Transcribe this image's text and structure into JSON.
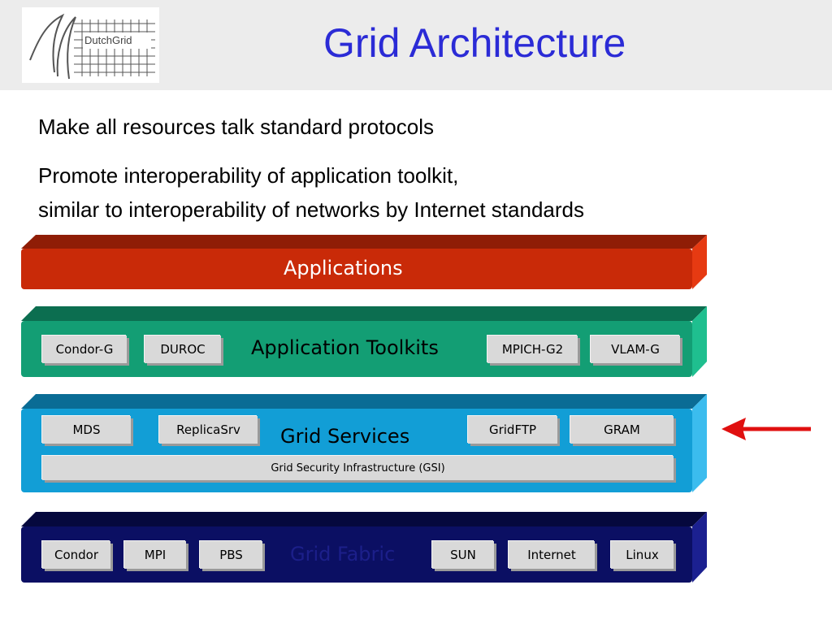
{
  "header": {
    "logo_text": "DutchGrid",
    "title": "Grid Architecture"
  },
  "bullets": [
    "Make all resources talk standard protocols",
    "Promote interoperability of application toolkit,",
    "similar to interoperability of networks by Internet standards"
  ],
  "layers": {
    "applications": {
      "label": "Applications",
      "color": "#c92a08"
    },
    "toolkits": {
      "label": "Application Toolkits",
      "color": "#139e74",
      "components": [
        "Condor-G",
        "DUROC",
        "MPICH-G2",
        "VLAM-G"
      ]
    },
    "services": {
      "label": "Grid Services",
      "color": "#129ed6",
      "components": [
        "MDS",
        "ReplicaSrv",
        "GridFTP",
        "GRAM"
      ],
      "infrastructure": "Grid Security Infrastructure (GSI)"
    },
    "fabric": {
      "label": "Grid Fabric",
      "color": "#0b0f63",
      "components": [
        "Condor",
        "MPI",
        "PBS",
        "SUN",
        "Internet",
        "Linux"
      ]
    }
  },
  "indicator": {
    "icon": "left-arrow-icon",
    "color": "#e01010"
  }
}
